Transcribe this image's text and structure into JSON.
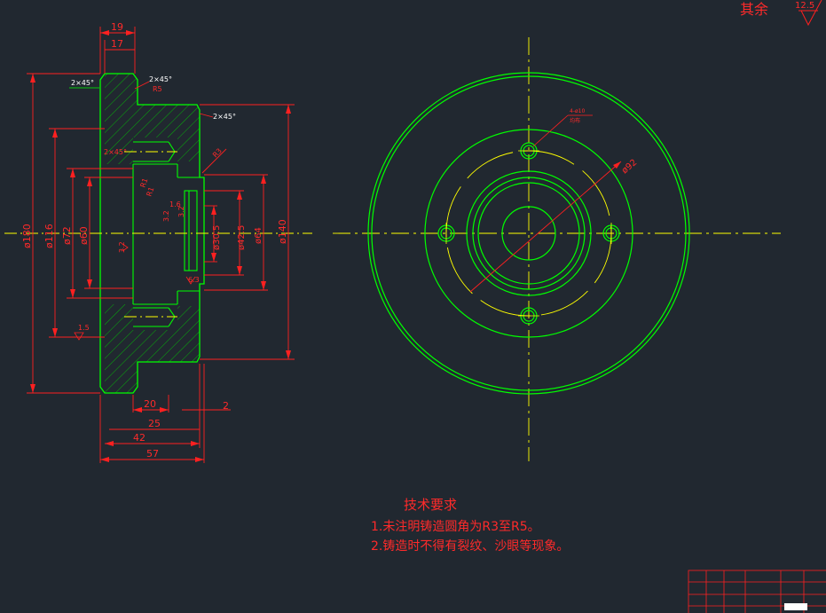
{
  "colors": {
    "background": "#212830",
    "outline": "#00ff00",
    "dimension": "#ff2020",
    "centerline": "#ffff00",
    "hatch": "#00e000",
    "white": "#ffffff"
  },
  "roughness": {
    "prefix": "其余",
    "value": "12.5"
  },
  "side_view": {
    "chamfers": [
      "2×45°",
      "2×45°",
      "2×45°",
      "2×45°"
    ],
    "small_radii": [
      "R5",
      "R1",
      "R1",
      "R3"
    ],
    "top_dims": [
      "19",
      "17"
    ],
    "left_dims": [
      "ø180",
      "ø116",
      "ø72",
      "ø60"
    ],
    "center_dims": [
      "ø30.5",
      "ø42.5",
      "ø64"
    ],
    "right_dim": "ø140",
    "misc_dims": [
      "3.2",
      "3.2",
      "3.2",
      "1.6",
      "1.5",
      "6.3"
    ],
    "bottom_dims": [
      "20",
      "25",
      "42",
      "57",
      "2"
    ]
  },
  "front_view": {
    "hole_label_line1": "4-ø10",
    "hole_label_line2": "均布",
    "pcd_dim": "ø92"
  },
  "tech_req": {
    "title": "技术要求",
    "line1": "1.未注明铸造圆角为R3至R5。",
    "line2": "2.铸造时不得有裂纹、沙眼等现象。"
  }
}
